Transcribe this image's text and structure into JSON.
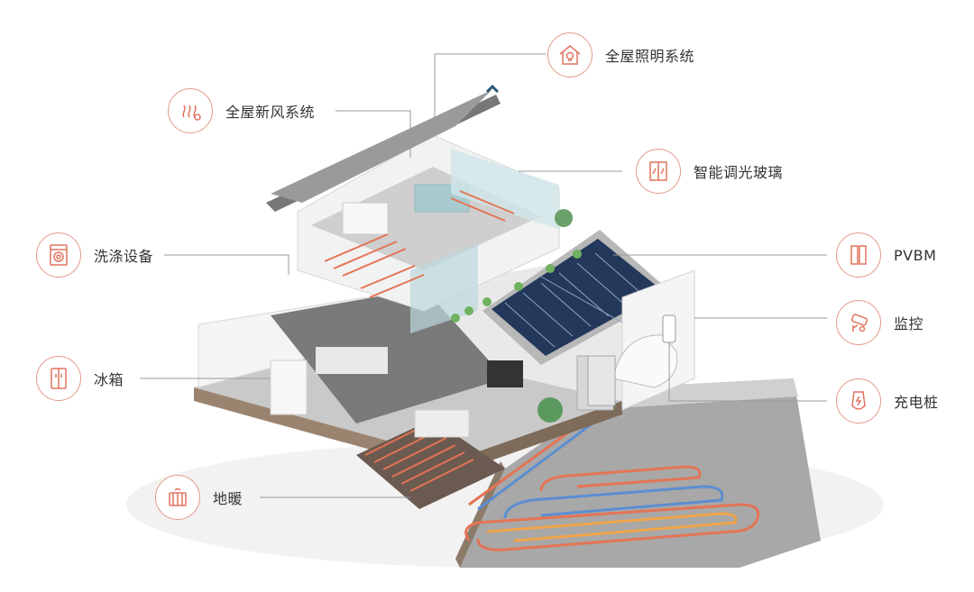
{
  "accent_color": "#e0735e",
  "callouts": {
    "lighting": {
      "label": "全屋照明系统",
      "icon": "house-lamp-icon"
    },
    "fresh_air": {
      "label": "全屋新风系统",
      "icon": "air-waves-icon"
    },
    "smart_glass": {
      "label": "智能调光玻璃",
      "icon": "window-glass-icon"
    },
    "washing": {
      "label": "洗涤设备",
      "icon": "washing-machine-icon"
    },
    "pvbm": {
      "label": "PVBM",
      "icon": "solar-panel-icon"
    },
    "monitoring": {
      "label": "监控",
      "icon": "security-camera-icon"
    },
    "fridge": {
      "label": "冰箱",
      "icon": "refrigerator-icon"
    },
    "charger": {
      "label": "充电桩",
      "icon": "charging-station-icon"
    },
    "floor_heating": {
      "label": "地暖",
      "icon": "radiator-icon"
    }
  }
}
